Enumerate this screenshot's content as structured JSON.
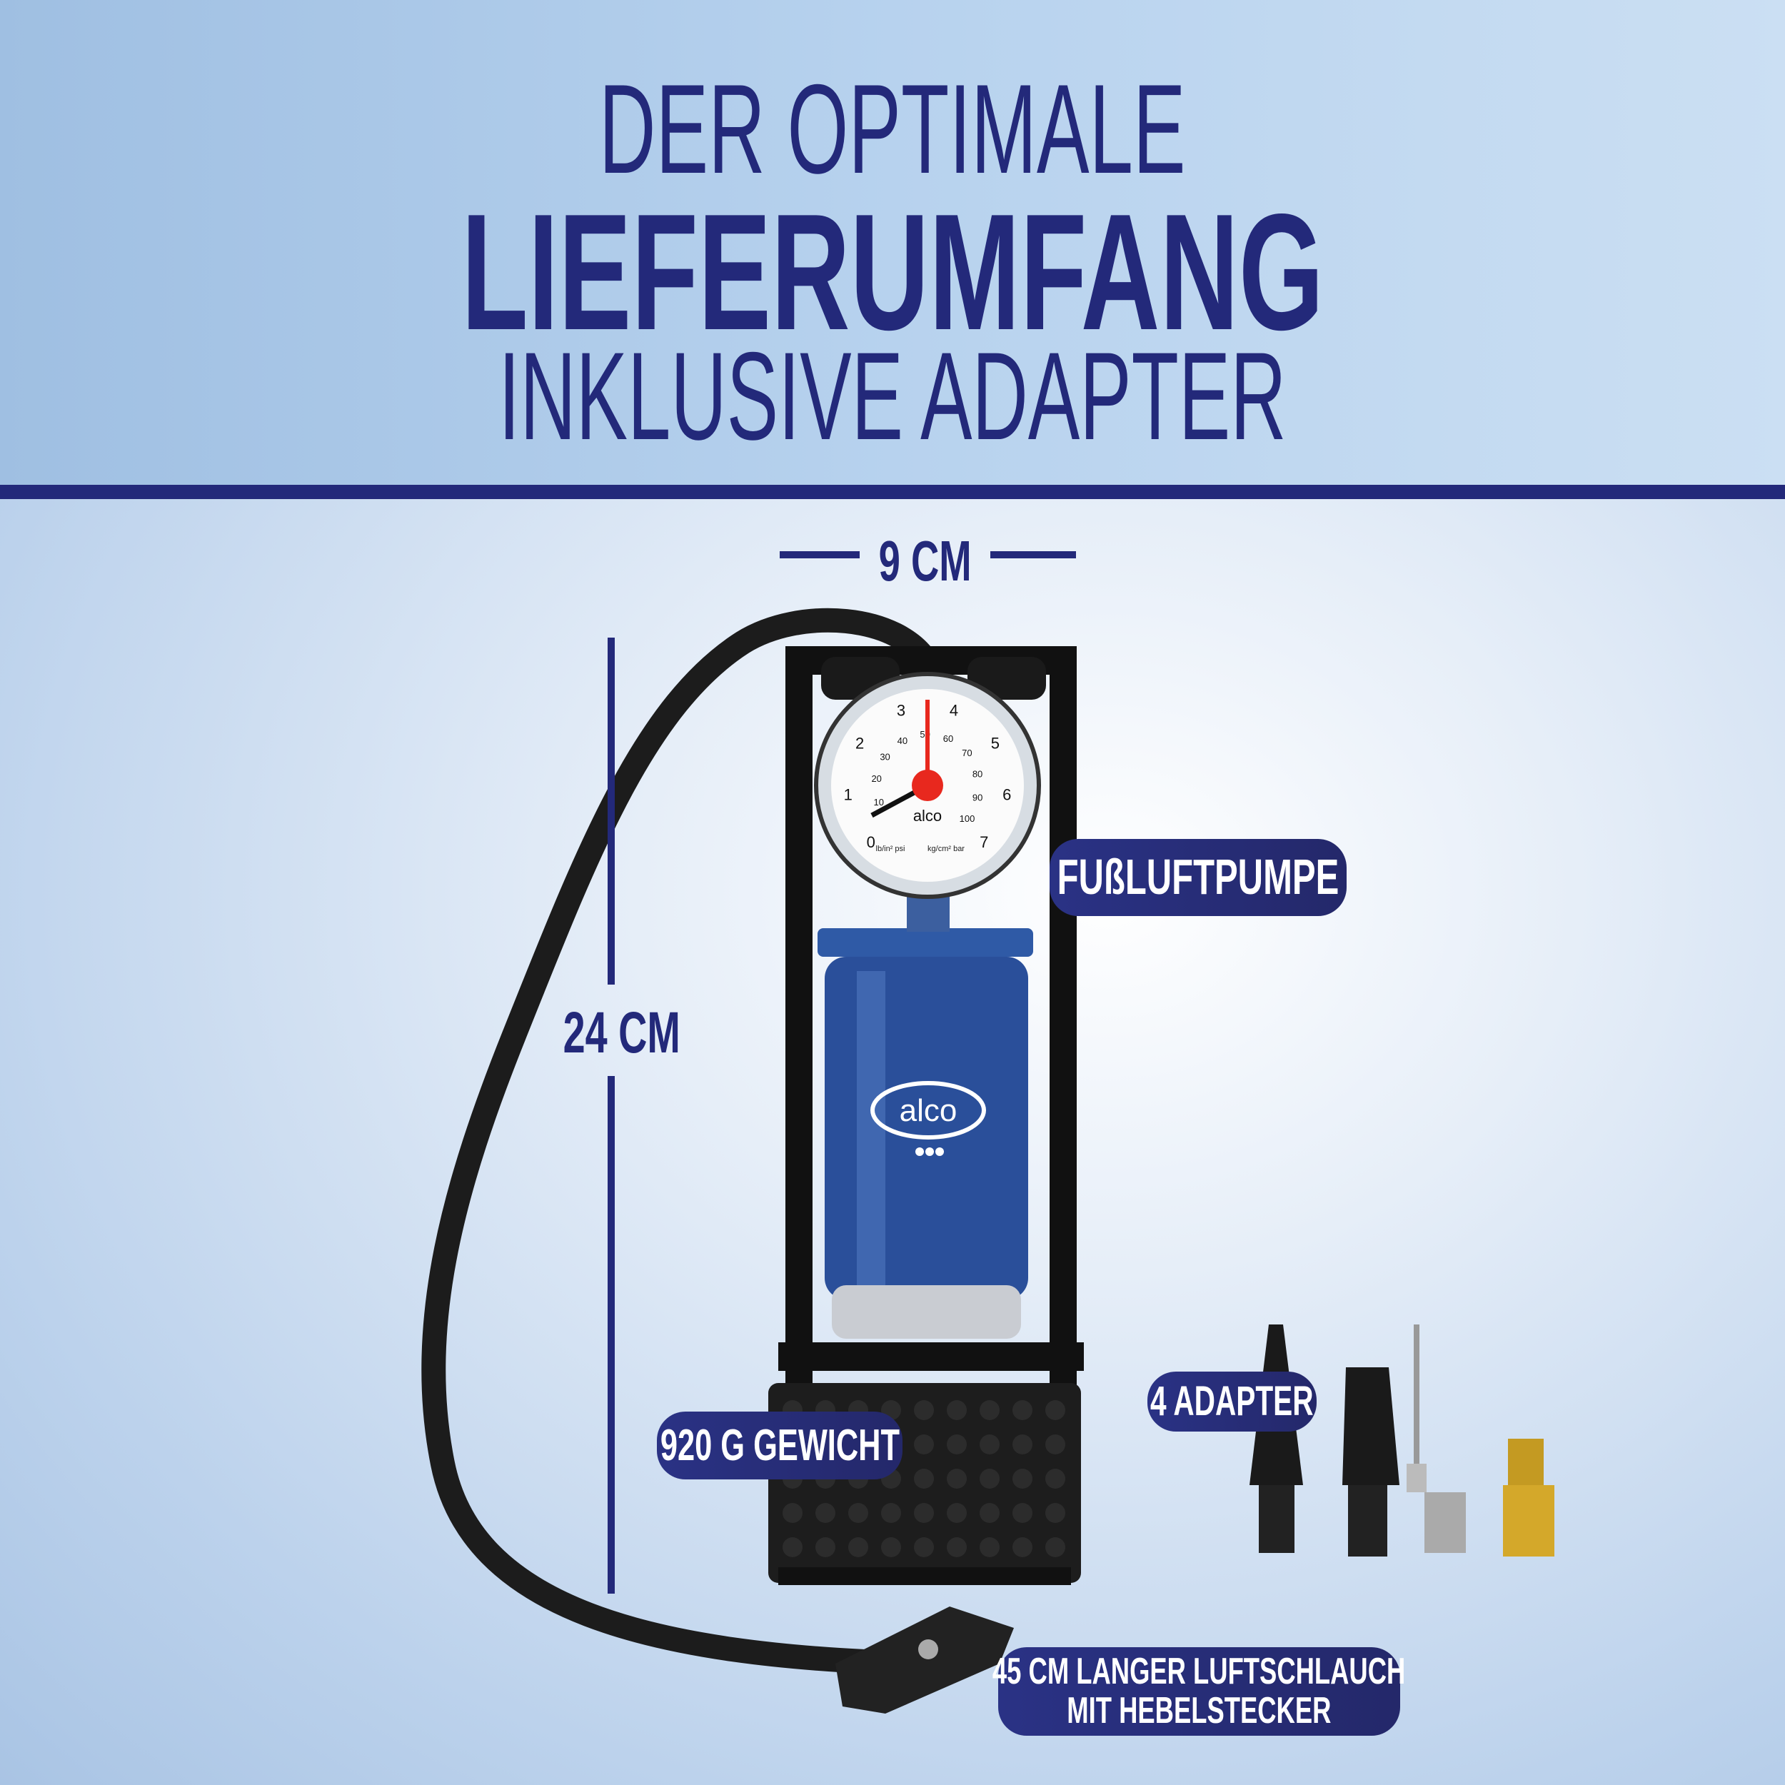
{
  "header": {
    "line1": "DER OPTIMALE",
    "line2": "LIEFERUMFANG",
    "line3": "INKLUSIVE ADAPTER"
  },
  "dimensions": {
    "width": "9 CM",
    "height": "24 CM"
  },
  "labels": {
    "pump": "FUßLUFTPUMPE",
    "adapters": "4 ADAPTER",
    "weight": "920 G GEWICHT",
    "hose_line1": "45 CM LANGER LUFTSCHLAUCH",
    "hose_line2": "MIT HEBELSTECKER"
  },
  "gauge": {
    "brand": "alco",
    "unit_left": "lb/in² psi",
    "unit_right": "kg/cm² bar",
    "bar_ticks": [
      "0",
      "1",
      "2",
      "3",
      "4",
      "5",
      "6",
      "7"
    ],
    "psi_ticks": [
      "10",
      "20",
      "30",
      "40",
      "50",
      "60",
      "70",
      "80",
      "90",
      "100"
    ]
  },
  "colors": {
    "navy": "#23297a",
    "pump_blue": "#2a4f9a",
    "needle": "#e8281e"
  }
}
